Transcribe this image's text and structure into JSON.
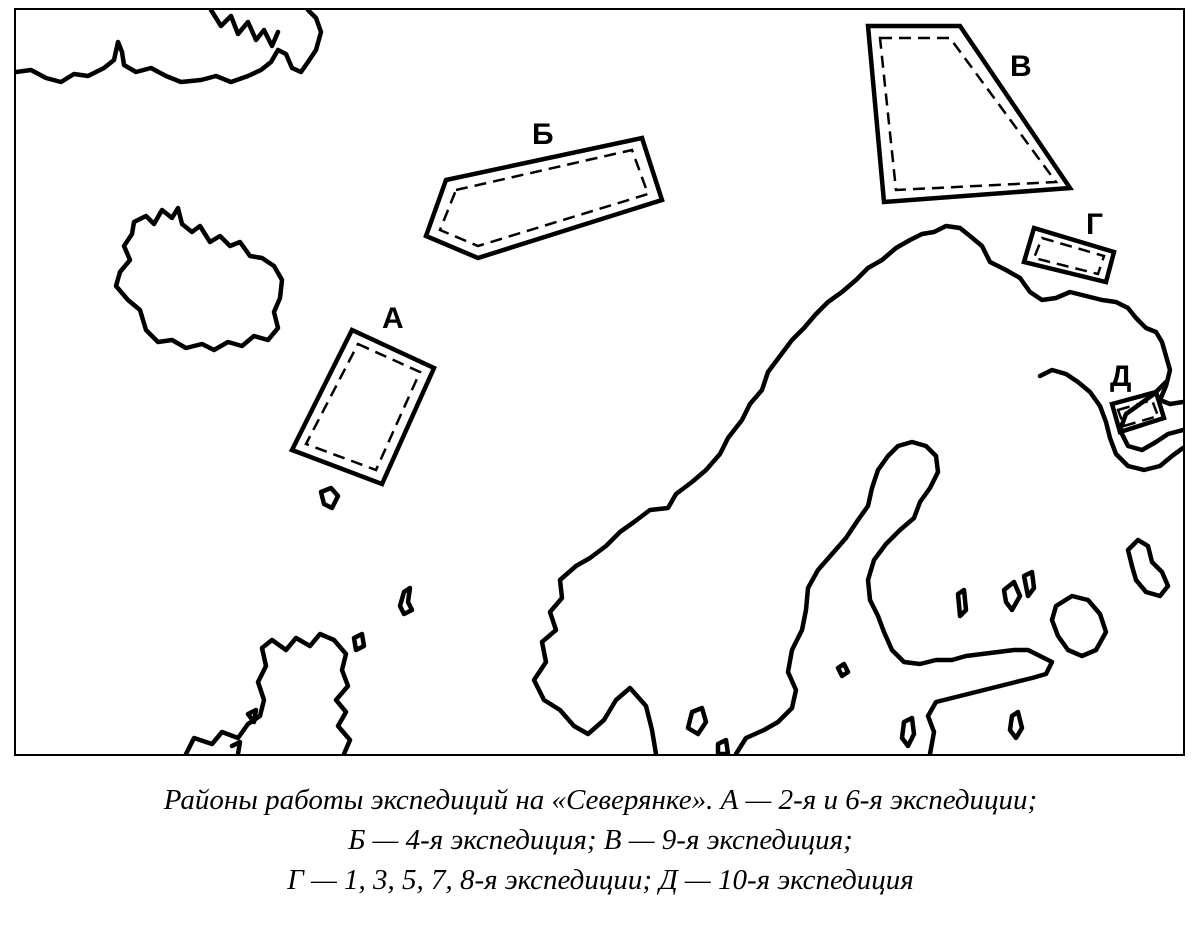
{
  "map": {
    "zones": [
      {
        "id": "a",
        "label": "А"
      },
      {
        "id": "b",
        "label": "Б"
      },
      {
        "id": "v",
        "label": "В"
      },
      {
        "id": "g",
        "label": "Г"
      },
      {
        "id": "d",
        "label": "Д"
      }
    ]
  },
  "caption": {
    "lines": [
      "Районы работы экспедиций на «Северянке». А — 2-я и 6-я экспедиции;",
      "Б — 4-я экспедиция; В — 9-я экспедиция;",
      "Г — 1, 3, 5, 7, 8-я экспедиции; Д — 10-я экспедиция"
    ]
  }
}
